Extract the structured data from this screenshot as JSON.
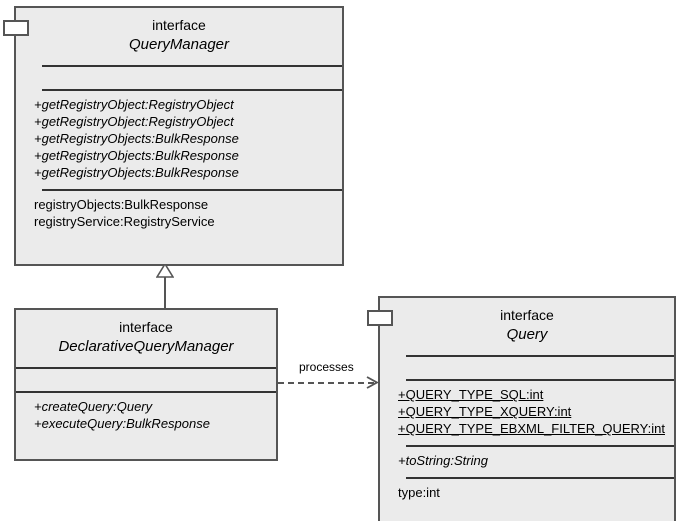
{
  "diagram": {
    "type": "uml-class-diagram",
    "background_color": "#ffffff",
    "box_fill_color": "#ebebeb",
    "box_border_color": "#555555"
  },
  "classes": {
    "query_manager": {
      "stereotype": "interface",
      "name": "QueryManager",
      "operations": [
        "+getRegistryObject:RegistryObject",
        "+getRegistryObject:RegistryObject",
        "+getRegistryObjects:BulkResponse",
        "+getRegistryObjects:BulkResponse",
        "+getRegistryObjects:BulkResponse"
      ],
      "attributes": [
        "registryObjects:BulkResponse",
        "registryService:RegistryService"
      ]
    },
    "declarative_query_manager": {
      "stereotype": "interface",
      "name": "DeclarativeQueryManager",
      "operations": [
        "+createQuery:Query",
        "+executeQuery:BulkResponse"
      ]
    },
    "query": {
      "stereotype": "interface",
      "name": "Query",
      "constants": [
        "+QUERY_TYPE_SQL:int",
        "+QUERY_TYPE_XQUERY:int",
        "+QUERY_TYPE_EBXML_FILTER_QUERY:int"
      ],
      "operations": [
        "+toString:String"
      ],
      "attributes": [
        "type:int"
      ]
    }
  },
  "relationships": {
    "generalization": {
      "from": "DeclarativeQueryManager",
      "to": "QueryManager",
      "style": "solid-hollow-triangle"
    },
    "dependency": {
      "label": "processes",
      "from": "DeclarativeQueryManager",
      "to": "Query",
      "style": "dashed-open-arrow"
    }
  }
}
